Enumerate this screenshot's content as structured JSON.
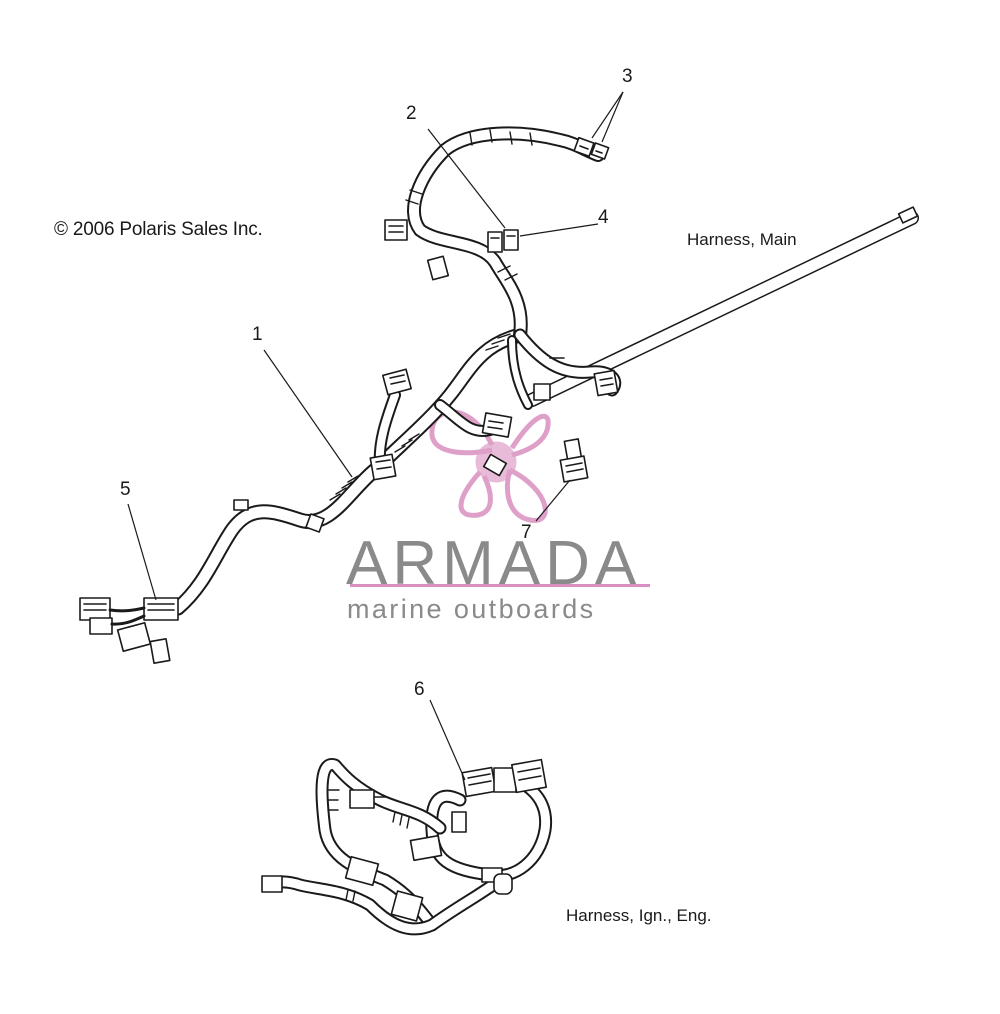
{
  "copyright": "© 2006 Polaris Sales Inc.",
  "captions": {
    "main": "Harness, Main",
    "ignition": "Harness, Ign., Eng."
  },
  "callouts": [
    "1",
    "2",
    "3",
    "4",
    "5",
    "6",
    "7"
  ],
  "watermark": {
    "title": "ARMADA",
    "subtitle": "marine outboards",
    "logo_icon": "propeller-logo-icon",
    "text_color": "#8a8a8a",
    "accent_color": "#d98fbf"
  },
  "line_color": "#1a1a1a"
}
